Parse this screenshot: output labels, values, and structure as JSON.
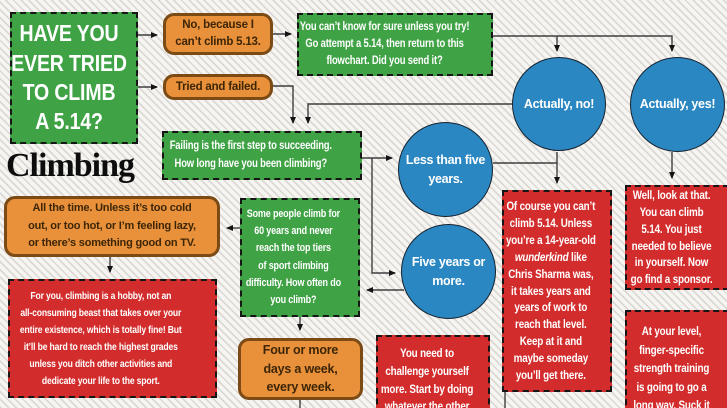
{
  "page_title": "Have you ever tried to climb a 5.14? flowchart",
  "logo": "Climbing",
  "colors": {
    "green": "#3fa245",
    "red": "#d32c2c",
    "orange_fill": "#e8913a",
    "orange_border": "#7c4a15",
    "orange_text": "#3d2506",
    "blue": "#2b87c1",
    "background": "#f6f5f2",
    "stripe": "#dcd9d4",
    "connector": "#3f3f3f"
  },
  "nodes": {
    "start": {
      "lines": [
        "HAVE YOU",
        "EVER TRIED",
        "TO CLIMB",
        "A 5.14?"
      ]
    },
    "no_because": {
      "lines": [
        "No, because I",
        "can’t climb 5.13."
      ]
    },
    "tried_failed": {
      "label": "Tried and failed."
    },
    "cant_know": {
      "lines": [
        "You can’t know for sure unless you try!",
        "Go attempt a 5.14, then return to this",
        "flowchart. Did you send it?"
      ]
    },
    "actually_no": {
      "label": "Actually, no!"
    },
    "actually_yes": {
      "label": "Actually, yes!"
    },
    "failing": {
      "lines": [
        "Failing is the first step to succeeding.",
        "How long have you been climbing?"
      ]
    },
    "less_than": {
      "lines": [
        "Less than five",
        "years."
      ]
    },
    "five_years": {
      "lines": [
        "Five years or",
        "more."
      ]
    },
    "all_time": {
      "lines": [
        "All the time. Unless it’s too cold",
        "out, or too hot, or I’m feeling lazy,",
        "or there’s something good on TV."
      ]
    },
    "for_you": {
      "lines": [
        "For you, climbing is a hobby, not an",
        "all-consuming beast that takes over your",
        "entire existence, which is totally fine! But",
        "it’ll be hard to reach the highest grades",
        "unless you ditch other activities and",
        "dedicate your life to the sport."
      ]
    },
    "some_people": {
      "lines": [
        "Some people climb for",
        "60 years and never",
        "reach the top tiers",
        "of sport climbing",
        "difficulty. How often do",
        "you climb?"
      ]
    },
    "four_or_more": {
      "lines": [
        "Four or more",
        "days a week,",
        "every week."
      ]
    },
    "you_need": {
      "lines": [
        "You need to",
        "challenge yourself",
        "more. Start by doing",
        "whatever the other"
      ]
    },
    "of_course": {
      "lines": [
        "Of course you can’t",
        "climb 5.14. Unless",
        "you’re a 14-year-old",
        {
          "spans": [
            {
              "t": "wunderkind",
              "i": true
            },
            {
              "t": " like"
            }
          ]
        },
        "Chris Sharma was,",
        "it takes years and",
        "years of work to",
        "reach that level.",
        "Keep at it and",
        "maybe someday",
        "you’ll get there."
      ]
    },
    "well_look": {
      "lines": [
        "Well, look at that.",
        "You can climb",
        "5.14. You just",
        "needed to believe",
        "in yourself. Now",
        "go find a sponsor."
      ]
    },
    "at_your_level": {
      "lines": [
        "At your level,",
        "finger-specific",
        "strength training",
        "is going to go a",
        "long way. Suck it"
      ]
    }
  }
}
